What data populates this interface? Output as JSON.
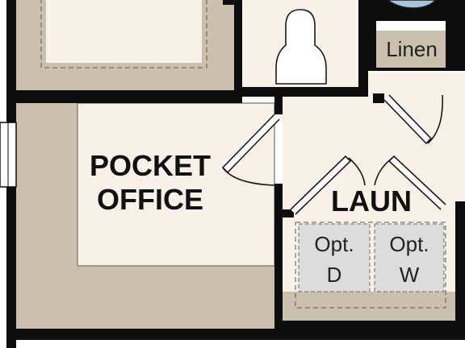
{
  "colors": {
    "wall": "#0d0d0d",
    "floor": "#f7f1e8",
    "cabinet": "#cbbfae",
    "appliance": "#dcdcdc",
    "window": "#ffffff"
  },
  "rooms": {
    "pocket_office": {
      "line1": "POCKET",
      "line2": "OFFICE"
    },
    "laundry": {
      "label": "LAUN"
    },
    "linen": {
      "label": "Linen"
    }
  },
  "appliances": {
    "dryer": {
      "line1": "Opt.",
      "line2": "D"
    },
    "washer": {
      "line1": "Opt.",
      "line2": "W"
    }
  }
}
